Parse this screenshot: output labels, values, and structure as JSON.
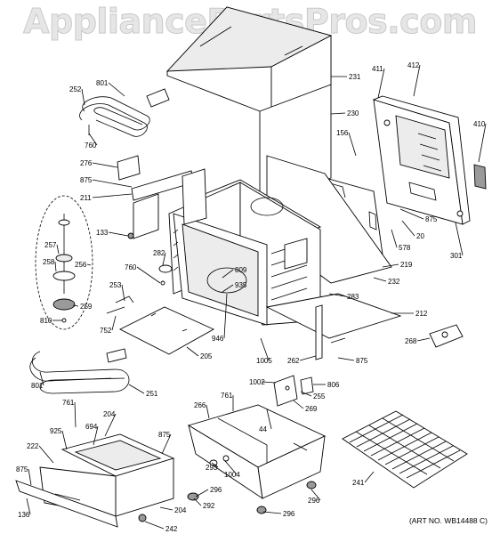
{
  "watermark": "AppliancePartsPros.com",
  "art_number": "(ART NO. WB14488 C)",
  "parts": [
    {
      "id": "p231",
      "label": "231"
    },
    {
      "id": "p230",
      "label": "230"
    },
    {
      "id": "p411",
      "label": "411"
    },
    {
      "id": "p412",
      "label": "412"
    },
    {
      "id": "p410",
      "label": "410"
    },
    {
      "id": "p252",
      "label": "252"
    },
    {
      "id": "p801a",
      "label": "801"
    },
    {
      "id": "p760a",
      "label": "760"
    },
    {
      "id": "p276",
      "label": "276"
    },
    {
      "id": "p875a",
      "label": "875"
    },
    {
      "id": "p211",
      "label": "211"
    },
    {
      "id": "p156",
      "label": "156"
    },
    {
      "id": "p875b",
      "label": "875"
    },
    {
      "id": "p20",
      "label": "20"
    },
    {
      "id": "p578",
      "label": "578"
    },
    {
      "id": "p301",
      "label": "301"
    },
    {
      "id": "p133",
      "label": "133"
    },
    {
      "id": "p257",
      "label": "257"
    },
    {
      "id": "p258",
      "label": "258"
    },
    {
      "id": "p256",
      "label": "256"
    },
    {
      "id": "p282",
      "label": "282"
    },
    {
      "id": "p760b",
      "label": "760"
    },
    {
      "id": "p809",
      "label": "809"
    },
    {
      "id": "p935",
      "label": "935"
    },
    {
      "id": "p219",
      "label": "219"
    },
    {
      "id": "p232",
      "label": "232"
    },
    {
      "id": "p283",
      "label": "283"
    },
    {
      "id": "p253",
      "label": "253"
    },
    {
      "id": "p259",
      "label": "259"
    },
    {
      "id": "p810",
      "label": "810"
    },
    {
      "id": "p752",
      "label": "752"
    },
    {
      "id": "p946",
      "label": "946"
    },
    {
      "id": "p212",
      "label": "212"
    },
    {
      "id": "p268",
      "label": "268"
    },
    {
      "id": "p205",
      "label": "205"
    },
    {
      "id": "p1005",
      "label": "1005"
    },
    {
      "id": "p262",
      "label": "262"
    },
    {
      "id": "p875c",
      "label": "875"
    },
    {
      "id": "p801b",
      "label": "801"
    },
    {
      "id": "p251",
      "label": "251"
    },
    {
      "id": "p1002",
      "label": "1002"
    },
    {
      "id": "p806",
      "label": "806"
    },
    {
      "id": "p255",
      "label": "255"
    },
    {
      "id": "p761a",
      "label": "761"
    },
    {
      "id": "p266",
      "label": "266"
    },
    {
      "id": "p269",
      "label": "269"
    },
    {
      "id": "p761b",
      "label": "761"
    },
    {
      "id": "p204a",
      "label": "204"
    },
    {
      "id": "p925",
      "label": "925"
    },
    {
      "id": "p694",
      "label": "694"
    },
    {
      "id": "p875d",
      "label": "875"
    },
    {
      "id": "p44",
      "label": "44"
    },
    {
      "id": "p222",
      "label": "222"
    },
    {
      "id": "p875e",
      "label": "875"
    },
    {
      "id": "p293",
      "label": "293"
    },
    {
      "id": "p1004",
      "label": "1004"
    },
    {
      "id": "p241",
      "label": "241"
    },
    {
      "id": "p296a",
      "label": "296"
    },
    {
      "id": "p292",
      "label": "292"
    },
    {
      "id": "p296b",
      "label": "296"
    },
    {
      "id": "p136",
      "label": "136"
    },
    {
      "id": "p204b",
      "label": "204"
    },
    {
      "id": "p296c",
      "label": "296"
    },
    {
      "id": "p242",
      "label": "242"
    }
  ]
}
